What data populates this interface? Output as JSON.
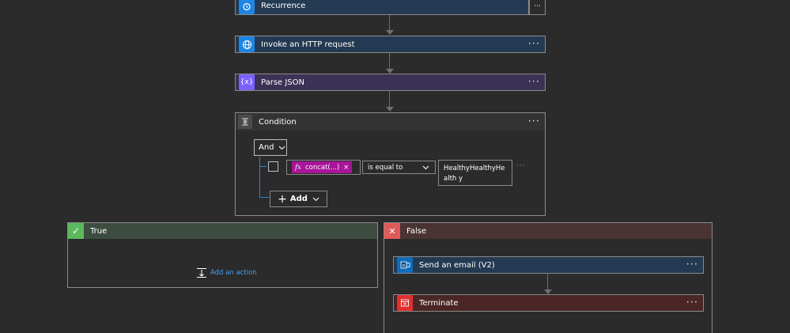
{
  "flow": {
    "recurrence": {
      "title": "Recurrence",
      "icon": "alarm-clock-icon",
      "color": "#1f85e4"
    },
    "http": {
      "title": "Invoke an HTTP request",
      "icon": "globe-icon",
      "color": "#1f85e4"
    },
    "parse": {
      "title": "Parse JSON",
      "icon": "braces-variable-icon",
      "color": "#7b61ff"
    },
    "more_label": "···"
  },
  "condition": {
    "title": "Condition",
    "group_operator": "And",
    "row": {
      "expression_label": "concat(...)",
      "expression_icon": "fx",
      "remove": "×",
      "operator": "is equal to",
      "value": "HealthyHealthyHealth y"
    },
    "add_label": "Add",
    "add_icon": "+"
  },
  "branches": {
    "true": {
      "title": "True",
      "check": "✓",
      "add_action": "Add an action",
      "color": "#40734b"
    },
    "false": {
      "title": "False",
      "close": "✕",
      "color": "#7a3434",
      "actions": [
        {
          "title": "Send an email (V2)",
          "icon": "outlook-icon"
        },
        {
          "title": "Terminate",
          "icon": "terminate-icon"
        }
      ]
    }
  }
}
